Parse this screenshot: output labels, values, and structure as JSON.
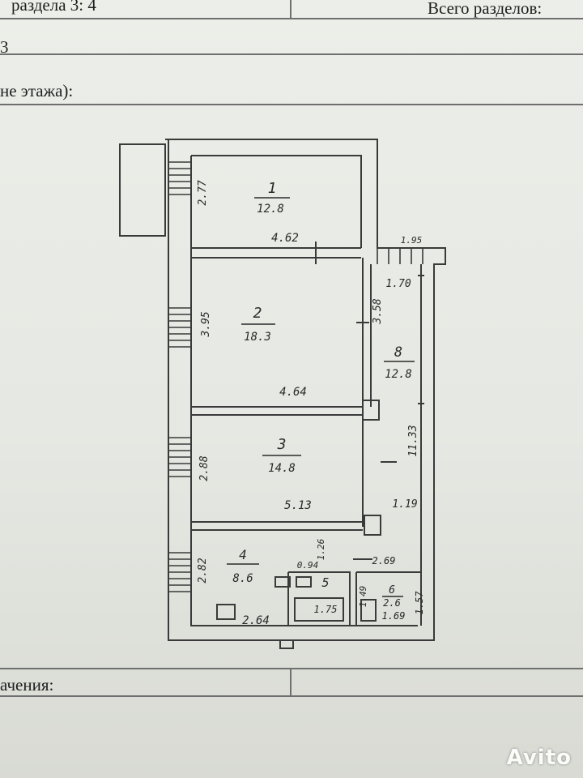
{
  "header": {
    "top_left": "раздела 3: 4",
    "top_right": "Всего разделов:",
    "row_value": "3",
    "floor_label": "не этажа):",
    "bottom_label": "ачения:"
  },
  "rooms": [
    {
      "number": "1",
      "area": "12.8",
      "dim_a": "4.62",
      "dim_b": "2.77"
    },
    {
      "number": "2",
      "area": "18.3",
      "dim_a": "4.64",
      "dim_b": "3.95"
    },
    {
      "number": "3",
      "area": "14.8",
      "dim_a": "5.13",
      "dim_b": "2.88"
    },
    {
      "number": "4",
      "area": "8.6",
      "dim_a": "2.64",
      "dim_b": "2.82"
    },
    {
      "number": "5",
      "dim_a": "1.75",
      "dim_b": "0.94",
      "dim_c": "1.26"
    },
    {
      "number": "6",
      "area": "2.6",
      "dim_a": "1.69",
      "dim_b": "2.69",
      "dim_c": "1.49"
    },
    {
      "number": "8",
      "area": "12.8",
      "dim_a": "1.70",
      "dim_b": "3.58",
      "dim_c": "11.33",
      "dim_d": "1.19",
      "dim_e": "1.57",
      "dim_f": "1.95"
    }
  ],
  "watermark": "Avito"
}
